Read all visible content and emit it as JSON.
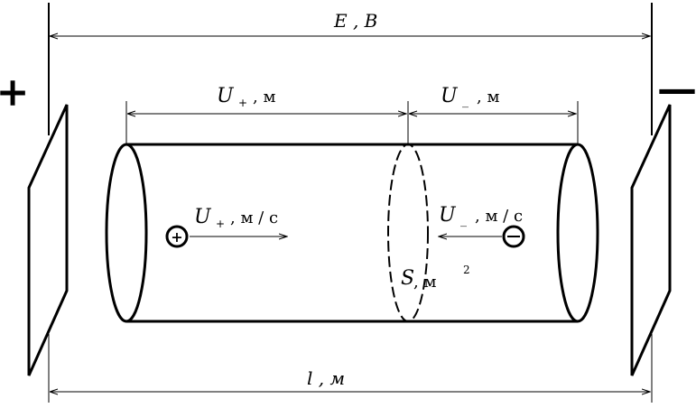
{
  "polarity": {
    "plus": "+",
    "minus": "—"
  },
  "labels": {
    "field": "E , B",
    "u_plus_len": "U",
    "u_plus_len_sub": "+",
    "u_plus_len_unit": ", м",
    "u_minus_len": "U",
    "u_minus_len_sub": "_",
    "u_minus_len_unit": ", м",
    "u_plus_vel": "U",
    "u_plus_vel_sub": "+",
    "u_plus_vel_unit": ", м / с",
    "u_minus_vel": "U",
    "u_minus_vel_sub": "_",
    "u_minus_vel_unit": ", м / с",
    "area": "S",
    "area_unit": ", м",
    "area_exp": "2",
    "length": "l , м"
  },
  "particles": {
    "positive": "+",
    "negative": "−"
  }
}
